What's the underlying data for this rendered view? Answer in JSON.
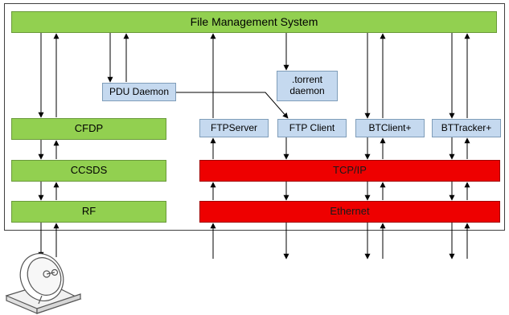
{
  "boxes": {
    "fms": "File Management System",
    "cfdp": "CFDP",
    "ccsds": "CCSDS",
    "rf": "RF",
    "pdu_daemon": "PDU Daemon",
    "torrent_daemon": ".torrent\ndaemon",
    "ftp_server": "FTPServer",
    "ftp_client": "FTP Client",
    "bt_client": "BTClient+",
    "bt_tracker": "BTTracker+",
    "tcpip": "TCP/IP",
    "ethernet": "Ethernet"
  },
  "colors": {
    "green": "#92d050",
    "red": "#ee0000",
    "blue": "#c5d9ef"
  },
  "icons": {
    "antenna": "satellite-dish-icon"
  }
}
